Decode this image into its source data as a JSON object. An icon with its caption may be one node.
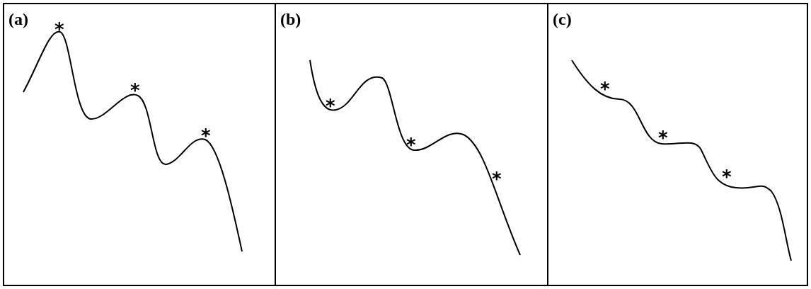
{
  "diagram": {
    "nodes": [
      {
        "text": [
          "(a)"
        ]
      },
      {
        "text": [
          "(b)"
        ]
      },
      {
        "text": [
          "(c)"
        ]
      }
    ],
    "labels": [
      "*",
      "*",
      "*",
      "*",
      "*",
      "*",
      "*",
      "*",
      "*"
    ]
  }
}
